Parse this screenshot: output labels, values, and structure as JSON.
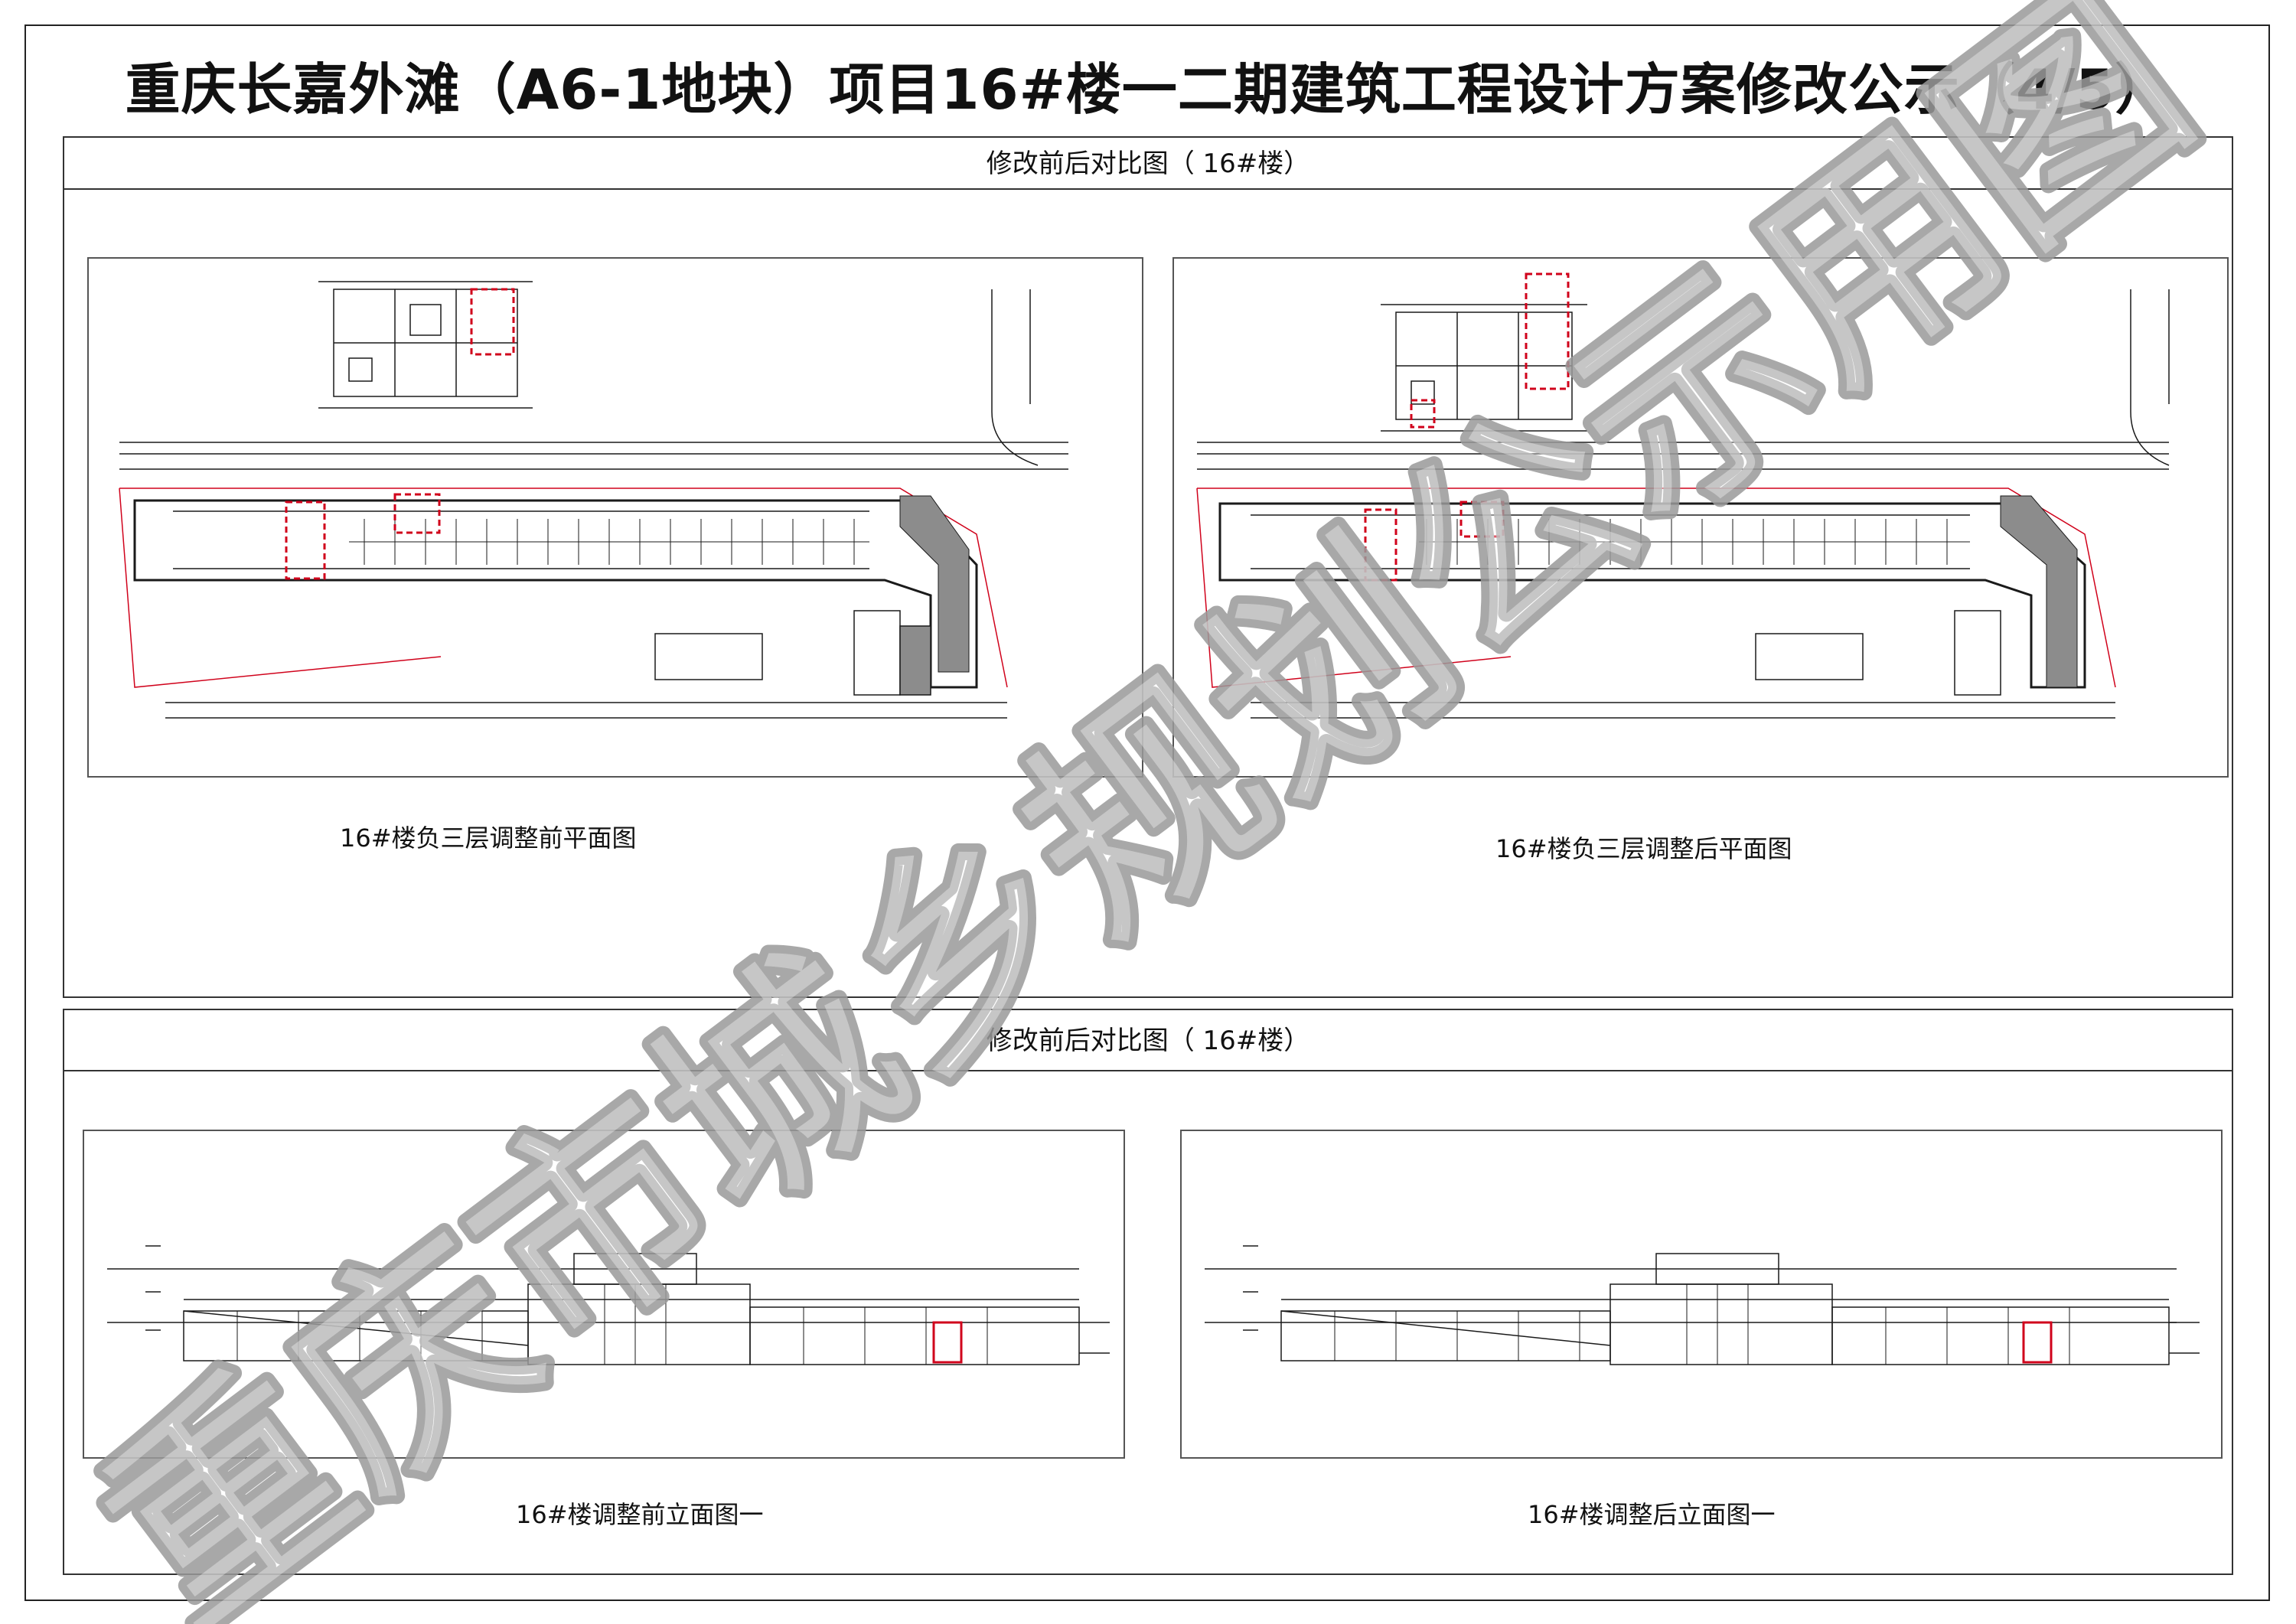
{
  "title": "重庆长嘉外滩（A6-1地块）项目16#楼一二期建筑工程设计方案修改公示（4/5）",
  "panels": [
    {
      "header": "修改前后对比图（ 16#楼）",
      "left_caption": "16#楼负三层调整前平面图",
      "right_caption": "16#楼负三层调整后平面图"
    },
    {
      "header": "修改前后对比图（ 16#楼）",
      "left_caption": "16#楼调整前立面图一",
      "right_caption": "16#楼调整后立面图一"
    }
  ],
  "watermark": "重庆市城乡规划公示用图",
  "colors": {
    "line": "#1a1a1a",
    "highlight": "#d0021b",
    "watermark": "#9a9a9a",
    "fill_gray": "#8c8c8c"
  }
}
